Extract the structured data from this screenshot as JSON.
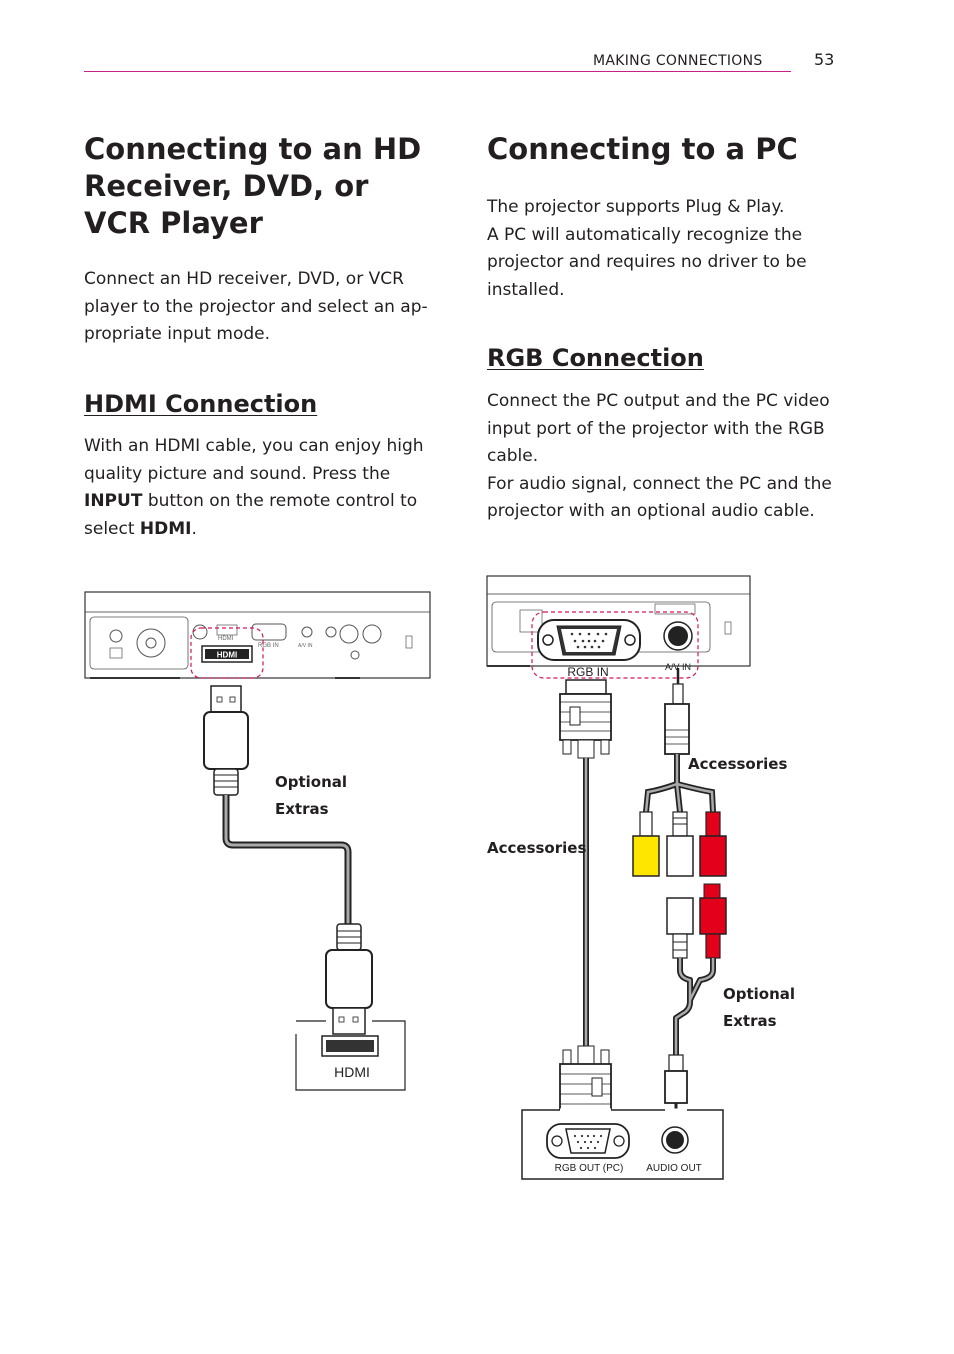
{
  "header": {
    "section_label": "MAKING CONNECTIONS",
    "page_number": "53"
  },
  "left_column": {
    "title": "Connecting to an HD Receiver, DVD, or VCR Player",
    "intro": "Connect an HD receiver, DVD, or VCR player to the projector and select an ap-propriate input mode.",
    "hdmi_heading": "HDMI Connection",
    "hdmi_text_1": "With an HDMI cable, you can enjoy high quality picture and sound. Press the ",
    "hdmi_text_bold_1": "INPUT",
    "hdmi_text_2": " button on the remote control to select ",
    "hdmi_text_bold_2": "HDMI",
    "hdmi_text_3": "."
  },
  "right_column": {
    "title": "Connecting to a PC",
    "intro_line_1": "The projector supports Plug & Play.",
    "intro_line_2": "A PC will automatically recognize the projector and requires no driver to be installed.",
    "rgb_heading": "RGB Connection",
    "rgb_text_1": "Connect the PC output and the PC video input port of the projector with the RGB cable.",
    "rgb_text_2": "For audio signal, connect the PC and the projector with an optional audio cable."
  },
  "hdmi_figure": {
    "optional_extras_line1": "Optional",
    "optional_extras_line2": "Extras",
    "device_port_label": "HDMI",
    "projector_hdmi_logo": "HDMI",
    "projector_small_labels": [
      "HDMI",
      "RGB IN",
      "A/V IN"
    ]
  },
  "pc_figure": {
    "rgb_in_label": "RGB IN",
    "av_in_label": "A/V IN",
    "accessories_top": "Accessories",
    "accessories_left": "Accessories",
    "optional_extras_line1": "Optional",
    "optional_extras_line2": "Extras",
    "rgb_out_label": "RGB OUT (PC)",
    "audio_out_label": "AUDIO OUT"
  },
  "colors": {
    "accent_rule": "#c8208a",
    "rca_yellow": "#ffe600",
    "rca_red": "#e3001b",
    "dashed_highlight": "#d2145a"
  }
}
